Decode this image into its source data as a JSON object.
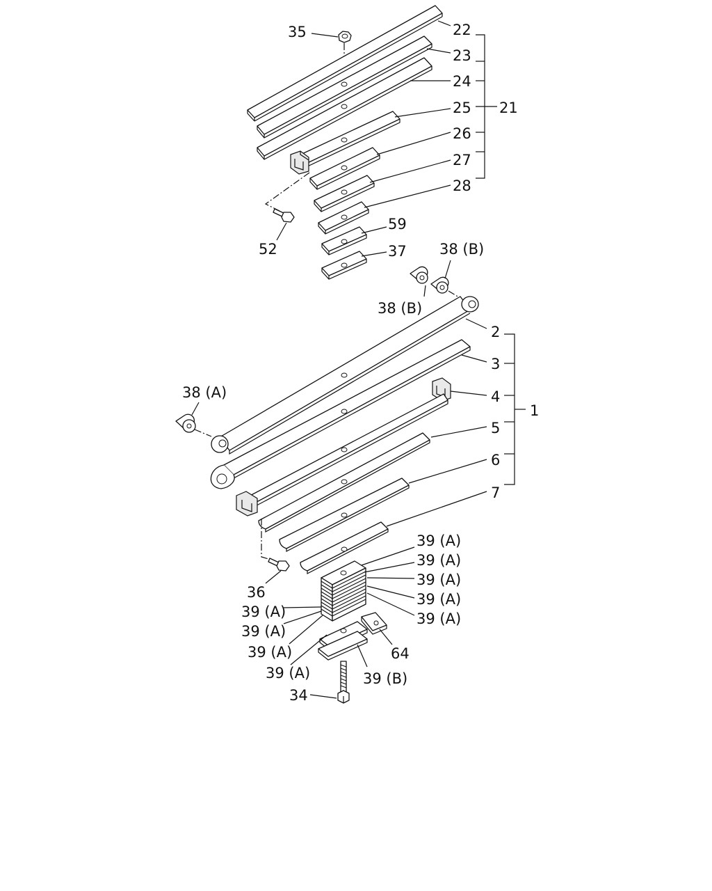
{
  "callouts": {
    "c22": "22",
    "c23": "23",
    "c24": "24",
    "c25": "25",
    "c26": "26",
    "c27": "27",
    "c28": "28",
    "c21": "21",
    "c35": "35",
    "c52": "52",
    "c59": "59",
    "c37": "37",
    "c38b_top": "38 (B)",
    "c38b_left": "38 (B)",
    "c38a": "38 (A)",
    "c2": "2",
    "c3": "3",
    "c4": "4",
    "c5": "5",
    "c6": "6",
    "c7": "7",
    "c1": "1",
    "c36": "36",
    "c39a_r1": "39 (A)",
    "c39a_r2": "39 (A)",
    "c39a_r3": "39 (A)",
    "c39a_r4": "39 (A)",
    "c39a_r5": "39 (A)",
    "c39a_l1": "39 (A)",
    "c39a_l2": "39 (A)",
    "c39a_l3": "39 (A)",
    "c39a_l4": "39 (A)",
    "c64": "64",
    "c39b": "39 (B)",
    "c34": "34"
  }
}
